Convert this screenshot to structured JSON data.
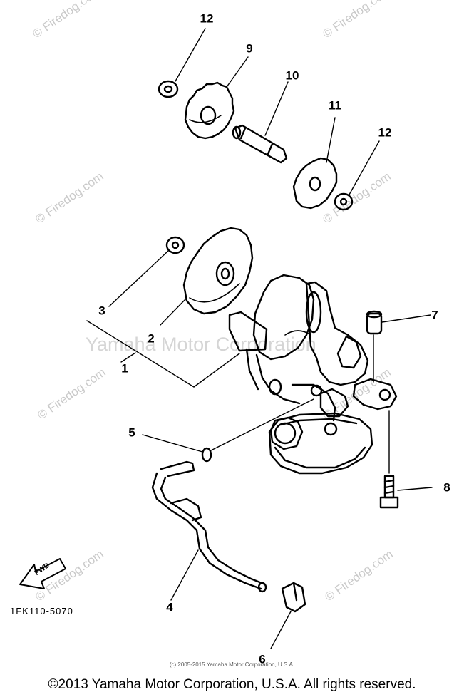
{
  "diagram": {
    "callouts": {
      "c1": "1",
      "c2": "2",
      "c3": "3",
      "c4": "4",
      "c5": "5",
      "c6": "6",
      "c7": "7",
      "c8": "8",
      "c9": "9",
      "c10": "10",
      "c11": "11",
      "c12a": "12",
      "c12b": "12"
    },
    "diagram_code": "1FK110-5070",
    "fwd_label": "FWD"
  },
  "watermarks": {
    "site": "© Firedog.com",
    "center": "Yamaha Motor Corporation"
  },
  "footer": {
    "fine_print": "(c) 2005-2015 Yamaha Motor Corporation, U.S.A.",
    "copyright": "©2013 Yamaha Motor Corporation, U.S.A. All rights reserved."
  }
}
